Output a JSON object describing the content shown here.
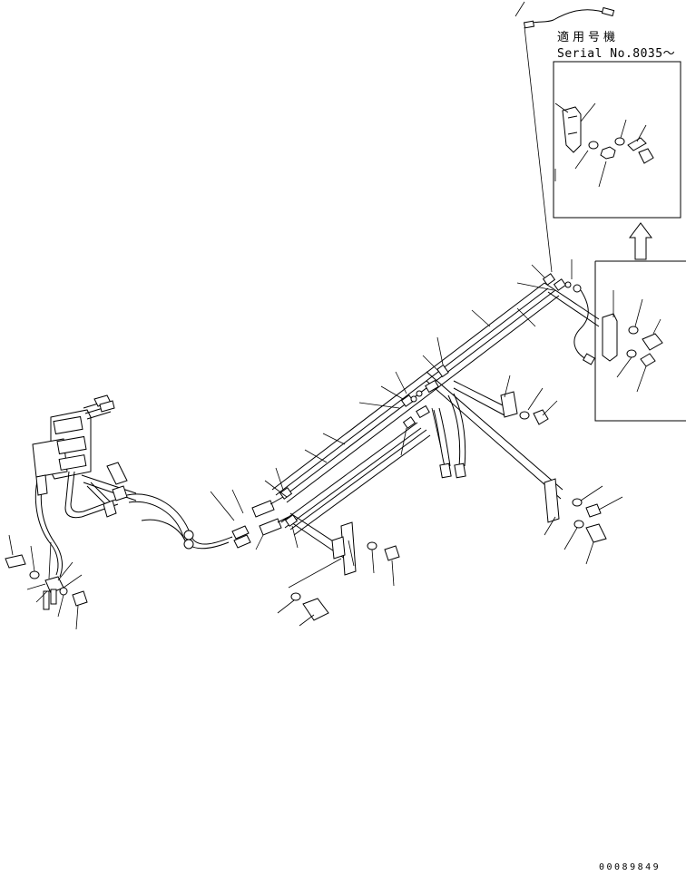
{
  "inset": {
    "serial_label_jp": "適用号機",
    "serial_label": "Serial No.8035～"
  },
  "drawing_number": "00089849"
}
